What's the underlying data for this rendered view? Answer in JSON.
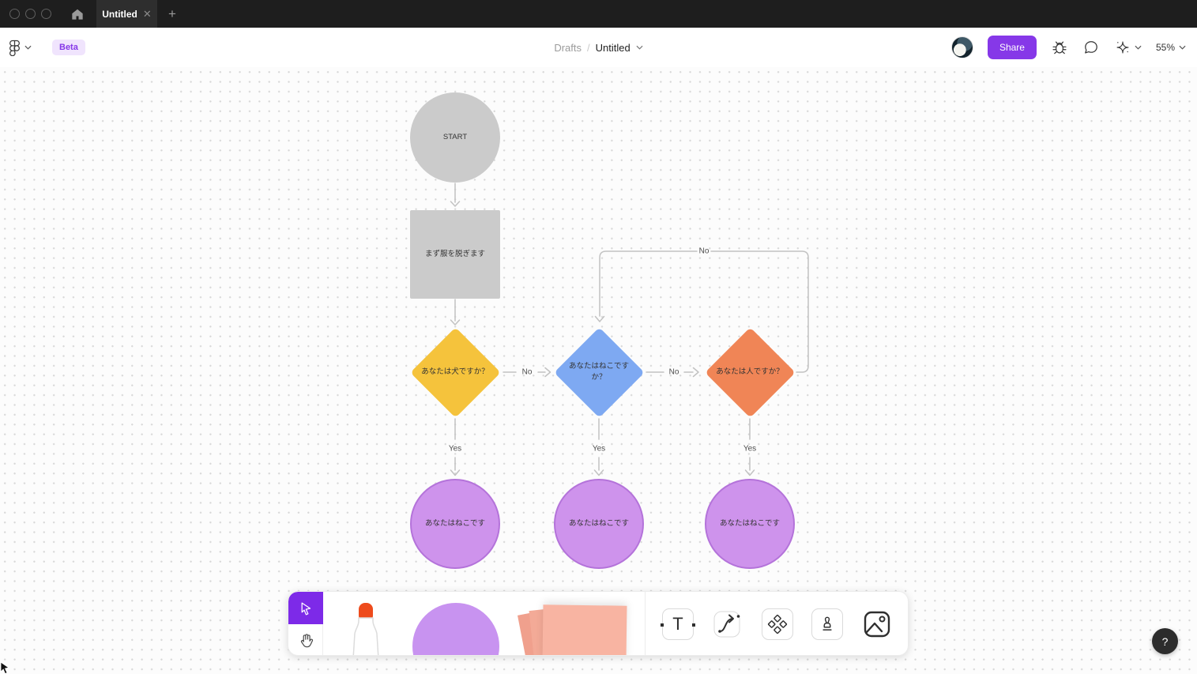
{
  "window": {
    "tab_title": "Untitled",
    "traffic_lights": [
      "close",
      "minimize",
      "fullscreen"
    ]
  },
  "header": {
    "logo_icon": "figma-logo",
    "beta_badge": "Beta",
    "breadcrumb": {
      "location": "Drafts",
      "separator": "/",
      "title": "Untitled"
    },
    "share_button": "Share",
    "icons": [
      "bug-icon",
      "comment-icon",
      "spark-icon"
    ],
    "zoom_level": "55%"
  },
  "flowchart": {
    "start_node": {
      "label": "START",
      "fill": "#CBCBCB"
    },
    "process_node": {
      "label": "まず服を脱ぎます",
      "fill": "#CBCBCB"
    },
    "decision_nodes": [
      {
        "label": "あなたは犬ですか？",
        "fill": "#F5C33C"
      },
      {
        "label": "あなたはねこですか？",
        "fill": "#7EA9F2"
      },
      {
        "label": "あなたは人ですか？",
        "fill": "#F08556"
      }
    ],
    "result_nodes": [
      {
        "label": "あなたはねこです",
        "fill": "#CE93EC",
        "stroke": "#B473DA"
      },
      {
        "label": "あなたはねこです",
        "fill": "#CE93EC",
        "stroke": "#B473DA"
      },
      {
        "label": "あなたはねこです",
        "fill": "#CE93EC",
        "stroke": "#B473DA"
      }
    ],
    "edge_labels": {
      "no": "No",
      "yes": "Yes"
    },
    "connector_color": "#C2C2C2"
  },
  "toolbar": {
    "tools": [
      "select-tool",
      "hand-tool",
      "marker-tool",
      "shape-sticker-tool",
      "sticky-note-tool",
      "text-tool",
      "connector-tool",
      "shapes-tool",
      "stamp-tool",
      "media-tool"
    ],
    "text_tool_glyph": "T",
    "accent_color": "#7D2AE8"
  },
  "help_button": "?"
}
